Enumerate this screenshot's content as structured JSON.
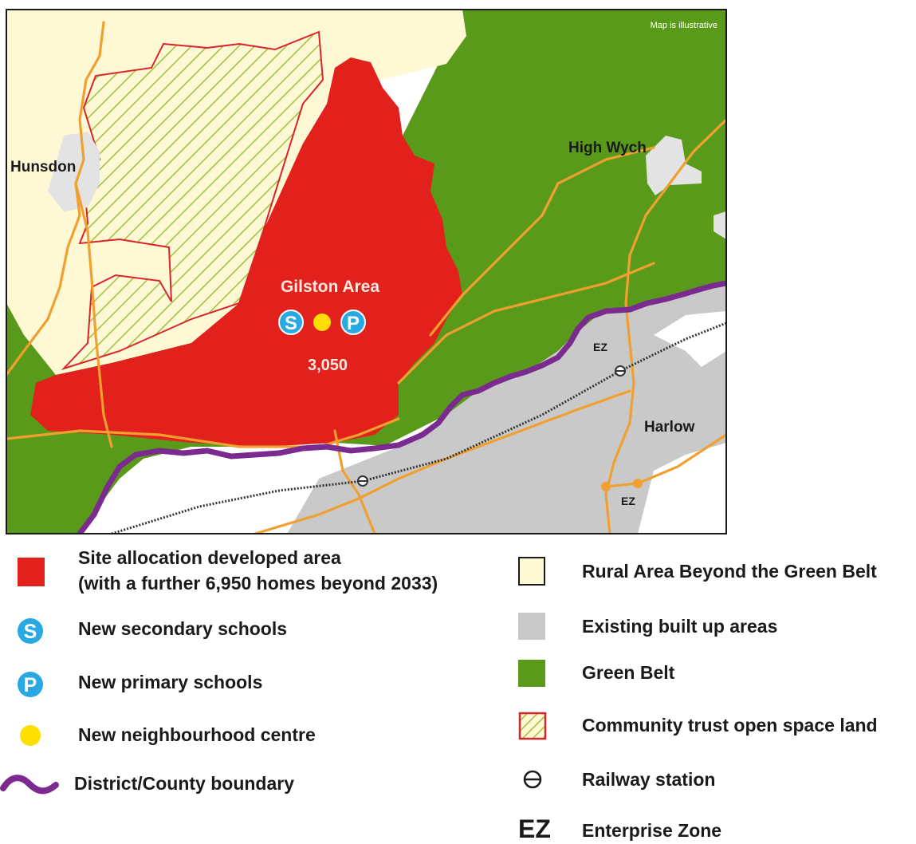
{
  "map": {
    "note": "Map is illustrative",
    "places": {
      "hunsdon": "Hunsdon",
      "high_wych": "High Wych",
      "gilston": "Gilston Area",
      "harlow": "Harlow"
    },
    "site_homes": "3,050",
    "ez_label_1": "EZ",
    "ez_label_2": "EZ",
    "school_secondary_glyph": "S",
    "school_primary_glyph": "P"
  },
  "legend": {
    "site_allocation_line1": "Site allocation developed area",
    "site_allocation_line2": "(with a further 6,950 homes beyond 2033)",
    "secondary_schools": "New secondary schools",
    "primary_schools": "New primary schools",
    "neighbourhood_centre": "New neighbourhood centre",
    "boundary": "District/County boundary",
    "rural_area": "Rural Area Beyond the Green Belt",
    "built_up": "Existing built up areas",
    "green_belt": "Green Belt",
    "community_trust": "Community trust open space land",
    "railway_station": "Railway station",
    "enterprise_zone": "Enterprise Zone",
    "ez_symbol": "EZ",
    "s_glyph": "S",
    "p_glyph": "P"
  },
  "colors": {
    "site": "#e2201c",
    "green_belt": "#5a9a1a",
    "rural": "#fff8d4",
    "built_up": "#c9c9c9",
    "road": "#f0a030",
    "boundary": "#7b2a8f",
    "school": "#29a9e1",
    "centre": "#ffde00"
  }
}
